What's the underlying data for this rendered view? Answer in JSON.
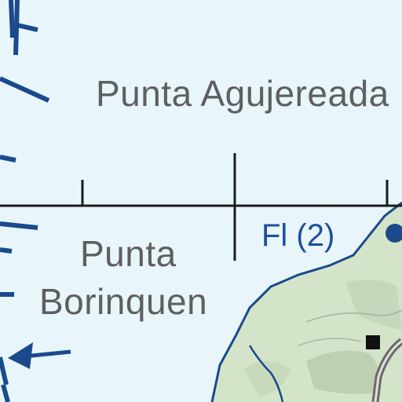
{
  "map": {
    "colors": {
      "water": "#e8f6fc",
      "land": "#d4e4c9",
      "shoreline": "#1a4a8c",
      "label_text": "#5f5f5f",
      "light_text": "#1f4f9a",
      "grid_line": "#1b1b1b",
      "road": "#6a6a6a"
    },
    "labels": {
      "agujereada": "Punta Agujereada",
      "borinquen_line1": "Punta",
      "borinquen_line2": "Borinquen",
      "light": "Fl (2)"
    },
    "icons": {
      "light_marker": "filled-circle",
      "building": "filled-square",
      "arrow": "left-arrow"
    }
  }
}
